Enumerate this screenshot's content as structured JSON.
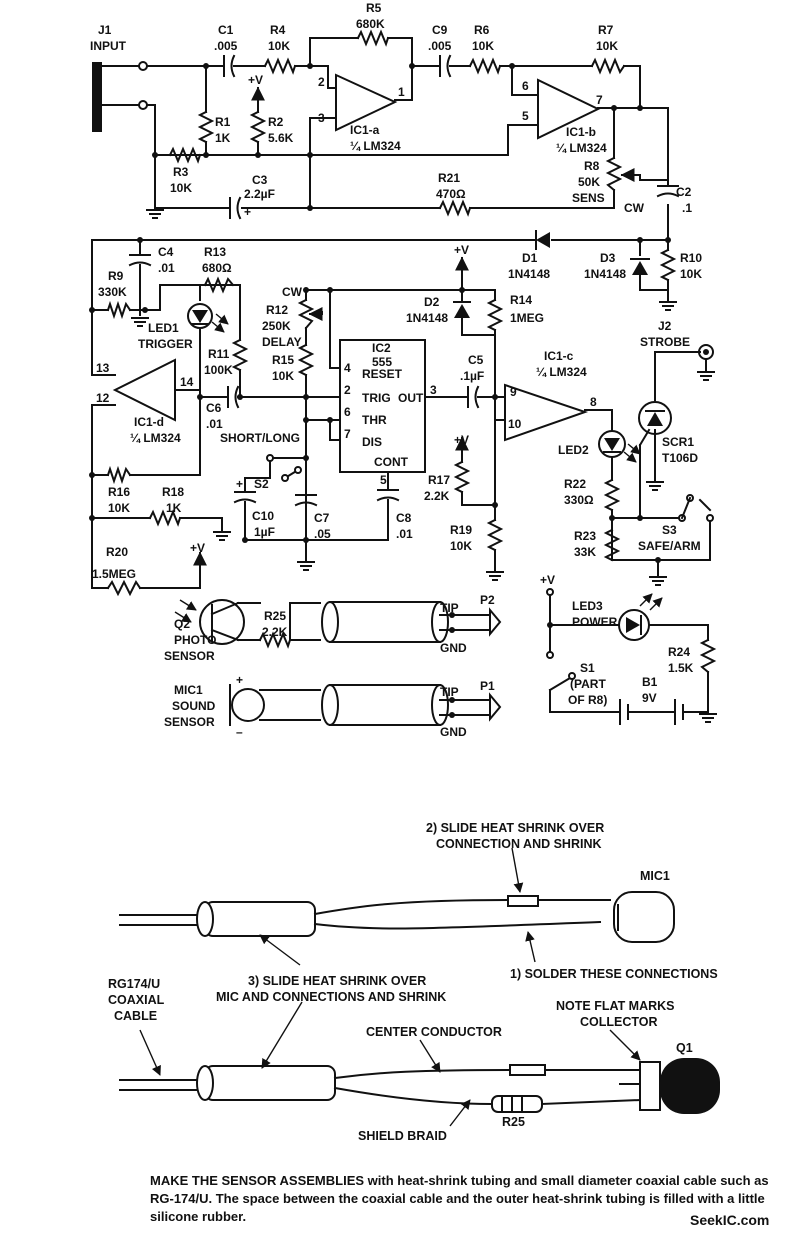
{
  "labels": {
    "j1": "J1",
    "input": "INPUT",
    "c1": "C1",
    "c1v": ".005",
    "r4": "R4",
    "r4v": "10K",
    "r5": "R5",
    "r5v": "680K",
    "c9": "C9",
    "c9v": ".005",
    "r6": "R6",
    "r6v": "10K",
    "r7": "R7",
    "r7v": "10K",
    "vplus": "+V",
    "r1": "R1",
    "r1v": "1K",
    "r2": "R2",
    "r2v": "5.6K",
    "ic1a": "IC1-a",
    "quarter_lm324": "¼ LM324",
    "ic1b": "IC1-b",
    "r3": "R3",
    "r3v": "10K",
    "c3": "C3",
    "c3v": "2.2µF",
    "r21": "R21",
    "r21v": "470Ω",
    "r8": "R8",
    "r8v": "50K",
    "sens": "SENS",
    "cw": "CW",
    "c2": "C2",
    "c2v": ".1",
    "c4": "C4",
    "c4v": ".01",
    "r13": "R13",
    "r13v": "680Ω",
    "d1": "D1",
    "d1v": "1N4148",
    "d3": "D3",
    "d3v": "1N4148",
    "r10": "R10",
    "r10v": "10K",
    "r9": "R9",
    "r9v": "330K",
    "led1": "LED1",
    "trigger": "TRIGGER",
    "r12": "R12",
    "r12v": "250K",
    "delay": "DELAY",
    "d2": "D2",
    "d2v": "1N4148",
    "r14": "R14",
    "r14v": "1MEG",
    "ic2": "IC2",
    "ic2v": "555",
    "reset": "RESET",
    "trig": "TRIG",
    "out": "OUT",
    "thr": "THR",
    "dis": "DIS",
    "cont": "CONT",
    "r11": "R11",
    "r11v": "100K",
    "r15": "R15",
    "r15v": "10K",
    "c5": "C5",
    "c5v": ".1µF",
    "ic1c": "IC1-c",
    "j2": "J2",
    "strobe": "STROBE",
    "ic1d": "IC1-d",
    "c6": "C6",
    "c6v": ".01",
    "short_long": "SHORT/LONG",
    "s2": "S2",
    "led2": "LED2",
    "scr1": "SCR1",
    "scr1v": "T106D",
    "r16": "R16",
    "r16v": "10K",
    "r18": "R18",
    "r18v": "1K",
    "c10": "C10",
    "c10v": "1µF",
    "c7": "C7",
    "c7v": ".05",
    "c8": "C8",
    "c8v": ".01",
    "r17": "R17",
    "r17v": "2.2K",
    "r22": "R22",
    "r22v": "330Ω",
    "r23": "R23",
    "r23v": "33K",
    "s3": "S3",
    "safe_arm": "SAFE/ARM",
    "r19": "R19",
    "r19v": "10K",
    "r20": "R20",
    "r20v": "1.5MEG",
    "q2": "Q2",
    "photo": "PHOTO",
    "sensor": "SENSOR",
    "r25": "R25",
    "r25v": "2.2K",
    "tip": "TIP",
    "gnd": "GND",
    "p2": "P2",
    "p1": "P1",
    "led3": "LED3",
    "power": "POWER",
    "r24": "R24",
    "r24v": "1.5K",
    "s1": "S1",
    "part_of": "(PART",
    "of_r8": "OF R8)",
    "b1": "B1",
    "b1v": "9V",
    "mic1": "MIC1",
    "sound": "SOUND",
    "pin1": "1",
    "pin2": "2",
    "pin3": "3",
    "pin4": "4",
    "pin5": "5",
    "pin6": "6",
    "pin7": "7",
    "pin8": "8",
    "pin9": "9",
    "pin10": "10",
    "pin12": "12",
    "pin13": "13",
    "pin14": "14",
    "plus": "+",
    "minus": "–"
  },
  "assembly": {
    "step2_line1": "2) SLIDE HEAT SHRINK OVER",
    "step2_line2": "CONNECTION AND SHRINK",
    "step3_line1": "3) SLIDE HEAT SHRINK OVER",
    "step3_line2": "MIC AND CONNECTIONS AND SHRINK",
    "step1": "1) SOLDER THESE CONNECTIONS",
    "mic1": "MIC1",
    "rg174_1": "RG174/U",
    "rg174_2": "COAXIAL",
    "rg174_3": "CABLE",
    "center": "CENTER CONDUCTOR",
    "flat1": "NOTE FLAT MARKS",
    "flat2": "COLLECTOR",
    "q1": "Q1",
    "shield": "SHIELD BRAID",
    "r25": "R25"
  },
  "caption": {
    "lead": "MAKE THE SENSOR ASSEMBLIES",
    "rest": " with heat-shrink tubing and small diameter coaxial cable such as RG-174/U. The space between the coaxial cable and the outer heat-shrink tubing is filled with a little silicone rubber."
  },
  "watermark": "SeekIC.com"
}
